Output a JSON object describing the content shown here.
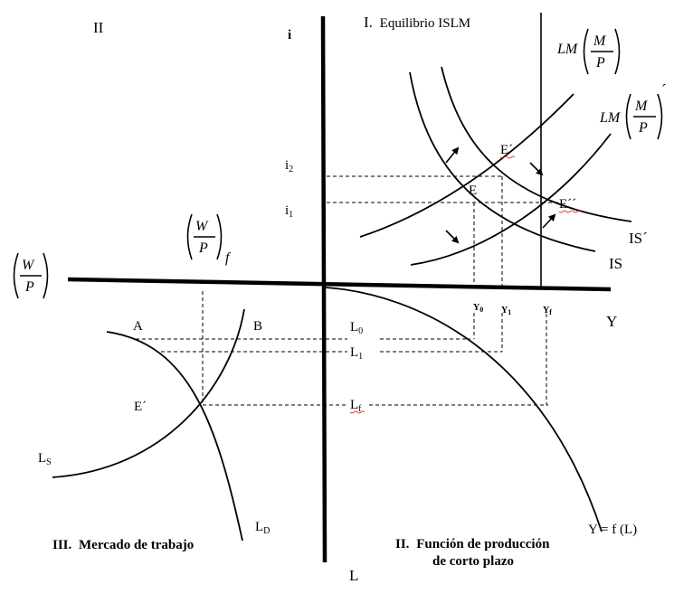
{
  "quadrant_labels": {
    "q1_number": "I.",
    "q1_title": "Equilibrio ISLM",
    "q2": "II",
    "q3_number": "III.",
    "q3_title": "Mercado de trabajo",
    "q4_number": "II.",
    "q4_title_line1": "Función de producción",
    "q4_title_line2": "de corto plazo"
  },
  "axes": {
    "i": "i",
    "Y": "Y",
    "L": "L"
  },
  "real_wage": {
    "W": "W",
    "P": "P",
    "f_sub": "f"
  },
  "lm": {
    "prefix": "LM",
    "M": "M",
    "P": "P",
    "prime": "´"
  },
  "curves": {
    "IS": "IS",
    "IS_prime": "IS´",
    "production_fn": "Y = f (L)",
    "LS_main": "L",
    "LS_sub": "S",
    "LD_main": "L",
    "LD_sub": "D"
  },
  "points": {
    "E": "E",
    "E_prime": "E´",
    "E_double": "E´´",
    "E_labor": "E´",
    "A": "A",
    "B": "B"
  },
  "interest": {
    "i2_main": "i",
    "i2_sub": "2",
    "i1_main": "i",
    "i1_sub": "1"
  },
  "output_levels": {
    "Y0_main": "Y",
    "Y0_sub": "0",
    "Y1_main": "Y",
    "Y1_sub": "1",
    "Yf_main": "Y",
    "Yf_sub": "f"
  },
  "labor_levels": {
    "L0_main": "L",
    "L0_sub": "0",
    "L1_main": "L",
    "L1_sub": "1",
    "Lf_main": "L",
    "Lf_sub": "f"
  }
}
